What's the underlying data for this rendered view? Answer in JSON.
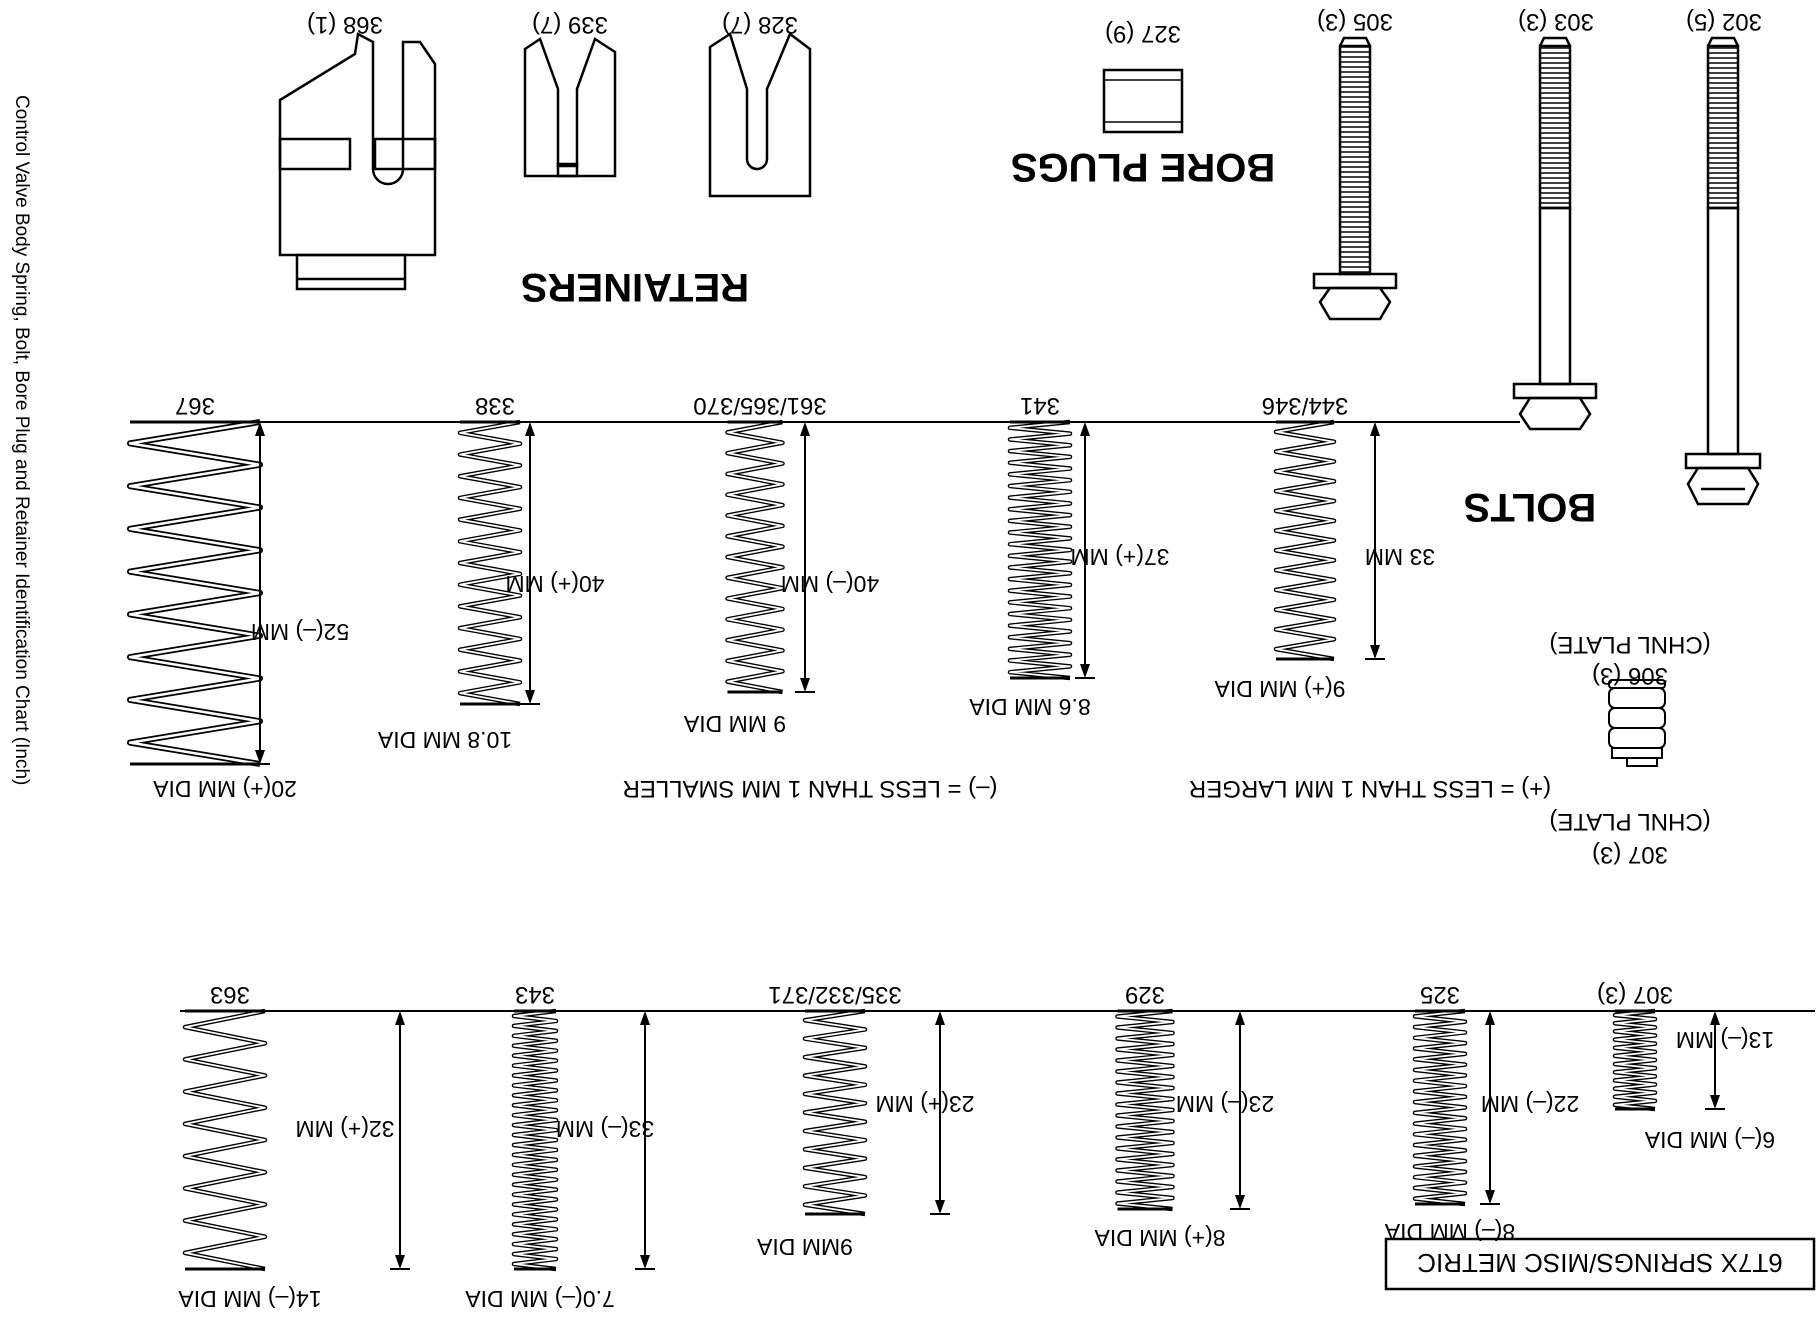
{
  "side_caption": "Control Valve Body Spring, Bolt, Bore Plug and Retainer Identification Chart (Inch)",
  "title_box": "6T7X SPRINGS/MISC METRIC",
  "sections": {
    "retainers": "RETAINERS",
    "bore_plugs": "BORE PLUGS",
    "bolts": "BOLTS"
  },
  "legend": {
    "plus": "(+) = LESS THAN 1 MM LARGER",
    "minus": "(–) = LESS THAN 1 MM SMALLER"
  },
  "retainers": [
    {
      "id": "368 (1)"
    },
    {
      "id": "339 (7)"
    },
    {
      "id": "328 (7)"
    }
  ],
  "bore_plug": {
    "id": "327 (9)"
  },
  "bolts": [
    {
      "id": "305 (3)"
    },
    {
      "id": "303 (3)"
    },
    {
      "id": "302 (5)"
    }
  ],
  "plate_items": [
    {
      "id": "306 (3)",
      "note": "(CHNL PLATE)"
    },
    {
      "id": "307 (3)",
      "note": "(CHNL PLATE)"
    }
  ],
  "upper_springs": [
    {
      "id": "344/346",
      "length": "33 MM",
      "dia": "9(+) MM DIA"
    },
    {
      "id": "341",
      "length": "37(+) MM",
      "dia": "8.6 MM DIA"
    },
    {
      "id": "361/365/370",
      "length": "40(–) MM",
      "dia": "9 MM DIA"
    },
    {
      "id": "338",
      "length": "40(+) MM",
      "dia": "10.8 MM DIA"
    },
    {
      "id": "367",
      "length": "52(–) MM",
      "dia": "20(+) MM DIA"
    }
  ],
  "lower_springs": [
    {
      "id": "307 (3)",
      "length": "13(–) MM",
      "dia": "6(–) MM DIA"
    },
    {
      "id": "325",
      "length": "22(–) MM",
      "dia": "8(–) MM DIA"
    },
    {
      "id": "329",
      "length": "23(–) MM",
      "dia": "8(+) MM DIA"
    },
    {
      "id": "335/332/371",
      "length": "23(+) MM",
      "dia": "9MM DIA"
    },
    {
      "id": "343",
      "length": "33(–) MM",
      "dia": "7.0(–) MM DIA"
    },
    {
      "id": "363",
      "length": "32(+) MM",
      "dia": "14(–) MM DIA"
    }
  ]
}
